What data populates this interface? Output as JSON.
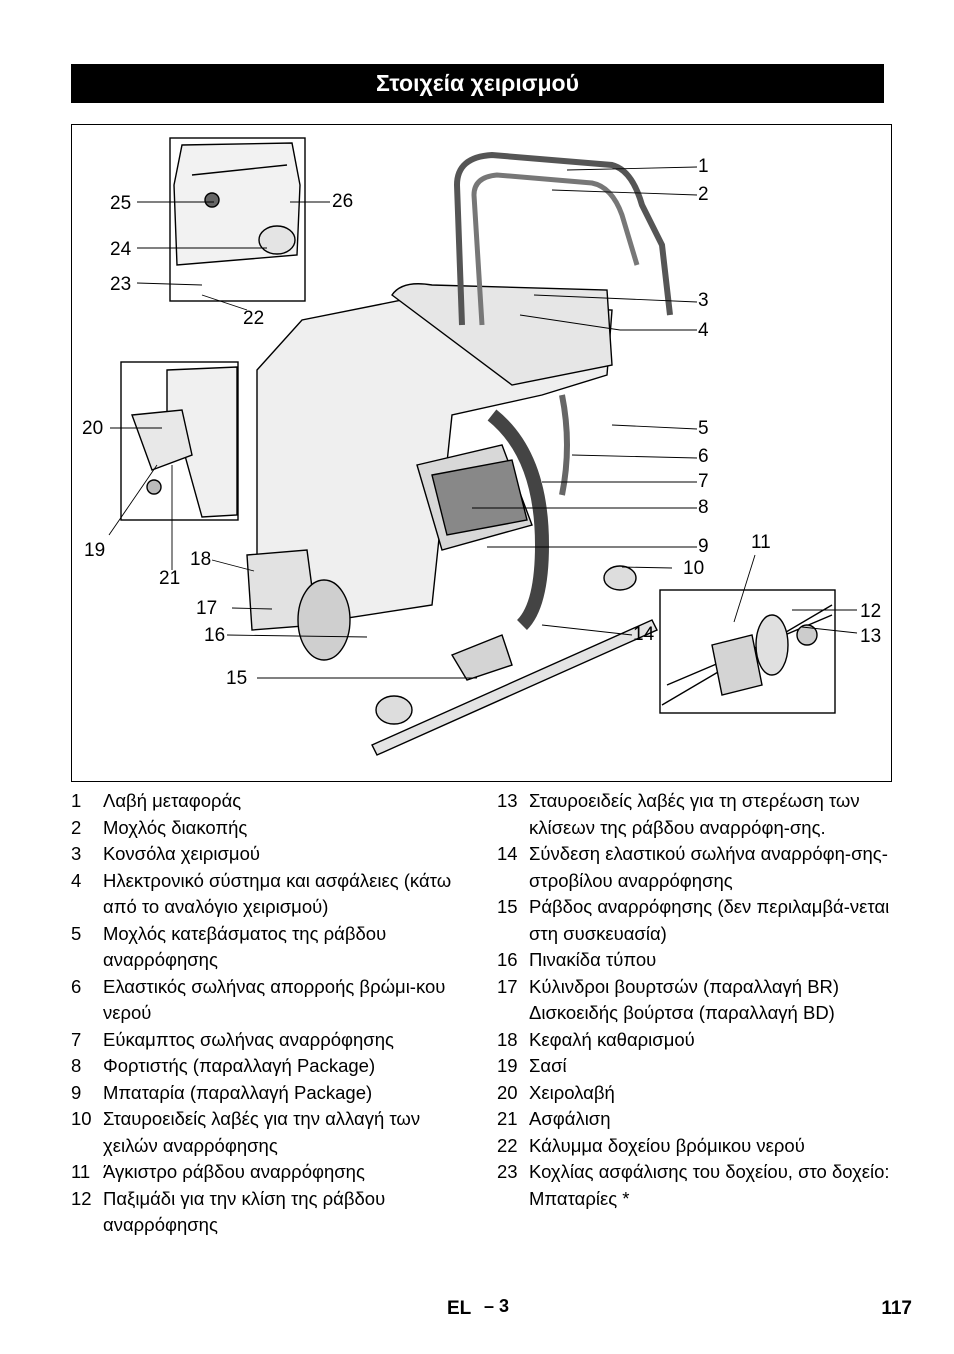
{
  "title": "Στοιχεία χειρισμού",
  "callouts": {
    "c1": "1",
    "c2": "2",
    "c3": "3",
    "c4": "4",
    "c5": "5",
    "c6": "6",
    "c7": "7",
    "c8": "8",
    "c9": "9",
    "c10": "10",
    "c11": "11",
    "c12": "12",
    "c13": "13",
    "c14": "14",
    "c15": "15",
    "c16": "16",
    "c17": "17",
    "c18": "18",
    "c19": "19",
    "c20": "20",
    "c21": "21",
    "c22": "22",
    "c23": "23",
    "c24": "24",
    "c25": "25",
    "c26": "26"
  },
  "legend_left": [
    {
      "num": "1",
      "text": "Λαβή μεταφοράς"
    },
    {
      "num": "2",
      "text": "Μοχλός διακοπής"
    },
    {
      "num": "3",
      "text": "Κονσόλα χειρισμού"
    },
    {
      "num": "4",
      "text": "Ηλεκτρονικό σύστημα και ασφάλειες (κάτω από το αναλόγιο χειρισμού)"
    },
    {
      "num": "5",
      "text": "Μοχλός κατεβάσματος της ράβδου αναρρόφησης"
    },
    {
      "num": "6",
      "text": "Ελαστικός σωλήνας απορροής βρώμι-κου νερού"
    },
    {
      "num": "7",
      "text": "Εύκαμπτος σωλήνας αναρρόφησης"
    },
    {
      "num": "8",
      "text": "Φορτιστής (παραλλαγή Package)"
    },
    {
      "num": "9",
      "text": "Μπαταρία (παραλλαγή Package)"
    },
    {
      "num": "10",
      "text": "Σταυροειδείς λαβές για την αλλαγή των χειλών αναρρόφησης"
    },
    {
      "num": "11",
      "text": "Άγκιστρο ράβδου αναρρόφησης"
    },
    {
      "num": "12",
      "text": "Παξιμάδι για την κλίση της ράβδου αναρρόφησης"
    }
  ],
  "legend_right": [
    {
      "num": "13",
      "text": "Σταυροειδείς λαβές για τη στερέωση των κλίσεων της ράβδου αναρρόφη-σης."
    },
    {
      "num": "14",
      "text": "Σύνδεση ελαστικού σωλήνα αναρρόφη-σης-στροβίλου αναρρόφησης"
    },
    {
      "num": "15",
      "text": "Ράβδος αναρρόφησης (δεν περιλαμβά-νεται στη συσκευασία)"
    },
    {
      "num": "16",
      "text": "Πινακίδα τύπου"
    },
    {
      "num": "17",
      "text": "Κύλινδροι βουρτσών (παραλλαγή BR) Δισκοειδής βούρτσα (παραλλαγή BD)"
    },
    {
      "num": "18",
      "text": "Κεφαλή καθαρισμού"
    },
    {
      "num": "19",
      "text": "Σασί"
    },
    {
      "num": "20",
      "text": "Χειρολαβή"
    },
    {
      "num": "21",
      "text": "Ασφάλιση"
    },
    {
      "num": "22",
      "text": "Κάλυμμα δοχείου βρόμικου νερού"
    },
    {
      "num": "23",
      "text": "Κοχλίας ασφάλισης του δοχείου, στο δοχείο: Μπαταρίες *"
    }
  ],
  "footer": {
    "lang": "EL",
    "dash": "– 3",
    "page": "117"
  }
}
